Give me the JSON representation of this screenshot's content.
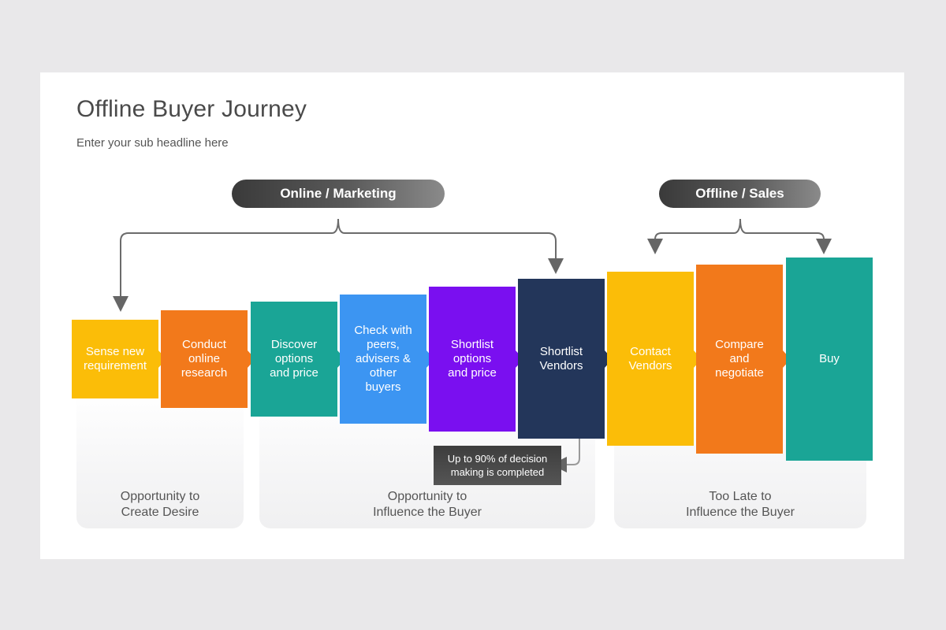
{
  "title": "Offline Buyer Journey",
  "subtitle": "Enter your sub headline here",
  "phases": {
    "online": "Online / Marketing",
    "offline": "Offline / Sales"
  },
  "zones": [
    "Opportunity to\nCreate Desire",
    "Opportunity to\nInfluence the Buyer",
    "Too Late to\nInfluence the Buyer"
  ],
  "steps": [
    {
      "label": "Sense new\nrequirement",
      "color": "#fbbd08"
    },
    {
      "label": "Conduct\nonline\nresearch",
      "color": "#f2791b"
    },
    {
      "label": "Discover\noptions\nand price",
      "color": "#1aa596"
    },
    {
      "label": "Check with\npeers,\nadvisers &\nother\nbuyers",
      "color": "#3c95f2"
    },
    {
      "label": "Shortlist\noptions\nand price",
      "color": "#7a0ff0"
    },
    {
      "label": "Shortlist\nVendors",
      "color": "#23365a"
    },
    {
      "label": "Contact\nVendors",
      "color": "#fbbd08"
    },
    {
      "label": "Compare\nand\nnegotiate",
      "color": "#f2791b"
    },
    {
      "label": "Buy",
      "color": "#1aa596"
    }
  ],
  "callout": "Up to 90% of decision\nmaking is completed"
}
